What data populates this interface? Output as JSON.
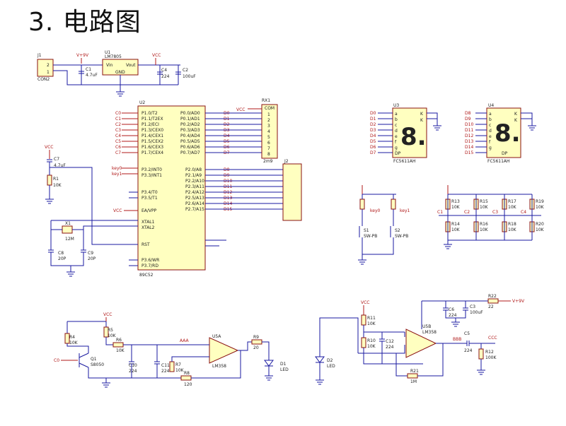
{
  "title": "3. 电路图",
  "power": {
    "j1": "J1",
    "j1_pin2": "2",
    "j1_pin1": "1",
    "con2": "CON2",
    "v9": "V+9V",
    "u1": "U1",
    "u1_part": "LM7805",
    "vin": "Vin",
    "vout": "Vout",
    "gnd": "GND",
    "c1": "C1",
    "c1_val": "4.7uF",
    "vcc": "VCC",
    "c4": "C4",
    "c4_val": "224",
    "c2": "C2",
    "c2_val": "100uF"
  },
  "mcu": {
    "u2": "U2",
    "part": "89C52",
    "left_labels": [
      "C0",
      "C1",
      "C2",
      "C3",
      "C4",
      "C5",
      "C6",
      "C7"
    ],
    "p1_pins": [
      "P1.0/T2",
      "P1.1/T2EX",
      "P1.2/ECI",
      "P1.3/CEX0",
      "P1.4/CEX1",
      "P1.5/CEX2",
      "P1.6/CEX3",
      "P1.7/CEX4"
    ],
    "p0_pins": [
      "P0.0/AD0",
      "P0.1/AD1",
      "P0.2/AD2",
      "P0.3/AD3",
      "P0.4/AD4",
      "P0.5/AD5",
      "P0.6/AD6",
      "P0.7/AD7"
    ],
    "p0_labels": [
      "D0",
      "D1",
      "D2",
      "D3",
      "D4",
      "D5",
      "D6",
      "D7"
    ],
    "key0": "key0",
    "key1": "key1",
    "p3_2": "P3.2/INT0",
    "p3_3": "P3.3/INT1",
    "p3_4": "P3.4/T0",
    "p3_5": "P3.5/T1",
    "ea": "EA/VPP",
    "xtal1": "XTAL1",
    "xtal2": "XTAL2",
    "rst": "RST",
    "p3_6": "P3.6/WR",
    "p3_7": "P3.7/RD",
    "p2_pins": [
      "P2.0/A8",
      "P2.1/A9",
      "P2.2/A10",
      "P2.3/A11",
      "P2.4/A12",
      "P2.5/A13",
      "P2.6/A14",
      "P2.7/A15"
    ],
    "p2_labels": [
      "D8",
      "D9",
      "D10",
      "D11",
      "D12",
      "D13",
      "D14",
      "D15"
    ],
    "vcc_pin": "VCC",
    "vcc": "VCC",
    "rx1": "RX1",
    "rx1_part": "2m9",
    "com": "COM",
    "rx1_pins": [
      "1",
      "2",
      "3",
      "4",
      "5",
      "6",
      "7",
      "8"
    ],
    "j2": "J2",
    "c7": "C7",
    "c7_val": "4.7uF",
    "r1": "R1",
    "r1_val": "10K",
    "x1": "X1",
    "x1_val": "12M",
    "c8": "C8",
    "c8_val": "20P",
    "c9": "C9",
    "c9_val": "20P"
  },
  "display": {
    "u3": "U3",
    "u3_part": "FC5611AH",
    "u3_labels": [
      "D0",
      "D1",
      "D2",
      "D3",
      "D4",
      "D5",
      "D6",
      "D7"
    ],
    "u4": "U4",
    "u4_part": "FC5611AH",
    "u4_labels": [
      "D8",
      "D9",
      "D10",
      "D11",
      "D12",
      "D13",
      "D14",
      "D15"
    ],
    "seg": [
      "a",
      "b",
      "c",
      "d",
      "e",
      "f",
      "g",
      "DP"
    ],
    "k": "K",
    "digit": "8.",
    "dp": "DP"
  },
  "keys": {
    "r_labels": [
      "R13",
      "R14",
      "R15",
      "R16",
      "R17",
      "R18",
      "R19",
      "R20"
    ],
    "val": "10K",
    "c_labels": [
      "C1",
      "C2",
      "C3",
      "C4"
    ],
    "key0": "key0",
    "key1": "key1",
    "sw_labels": [
      "S1",
      "S2"
    ],
    "sw_val": "SW-PB"
  },
  "bottom_left": {
    "vcc": "VCC",
    "c0": "C0",
    "r4": "R4",
    "r4_val": "10K",
    "r5": "R5",
    "r5_val": "10K",
    "r6": "R6",
    "r6_val": "10K",
    "q1": "Q1",
    "q1_val": "S8050",
    "c10": "C10",
    "c10_val": "224",
    "c11": "C11",
    "c11_val": "224",
    "r7": "R7",
    "r7_val": "10K",
    "r8": "R8",
    "r8_val": "120",
    "aaa": "AAA",
    "u5a": "U5A",
    "u5a_part": "LM358",
    "r9": "R9",
    "r9_val": "20",
    "d1": "D1",
    "d1_val": "LED"
  },
  "bottom_right": {
    "vcc": "VCC",
    "v9": "V+9V",
    "d2": "D2",
    "d2_val": "LED",
    "r11": "R11",
    "r11_val": "10K",
    "r10": "R10",
    "r10_val": "10K",
    "c12": "C12",
    "c12_val": "224",
    "c6": "C6",
    "c6_val": "224",
    "c3": "C3",
    "c3_val": "100uF",
    "r22": "R22",
    "r22_val": "22",
    "u5b": "U5B",
    "u5b_part": "LM358",
    "bbb": "BBB",
    "ccc": "CCC",
    "c5": "C5",
    "c5_val": "224",
    "r12": "R12",
    "r12_val": "100K",
    "r21": "R21",
    "r21_val": "1M"
  }
}
